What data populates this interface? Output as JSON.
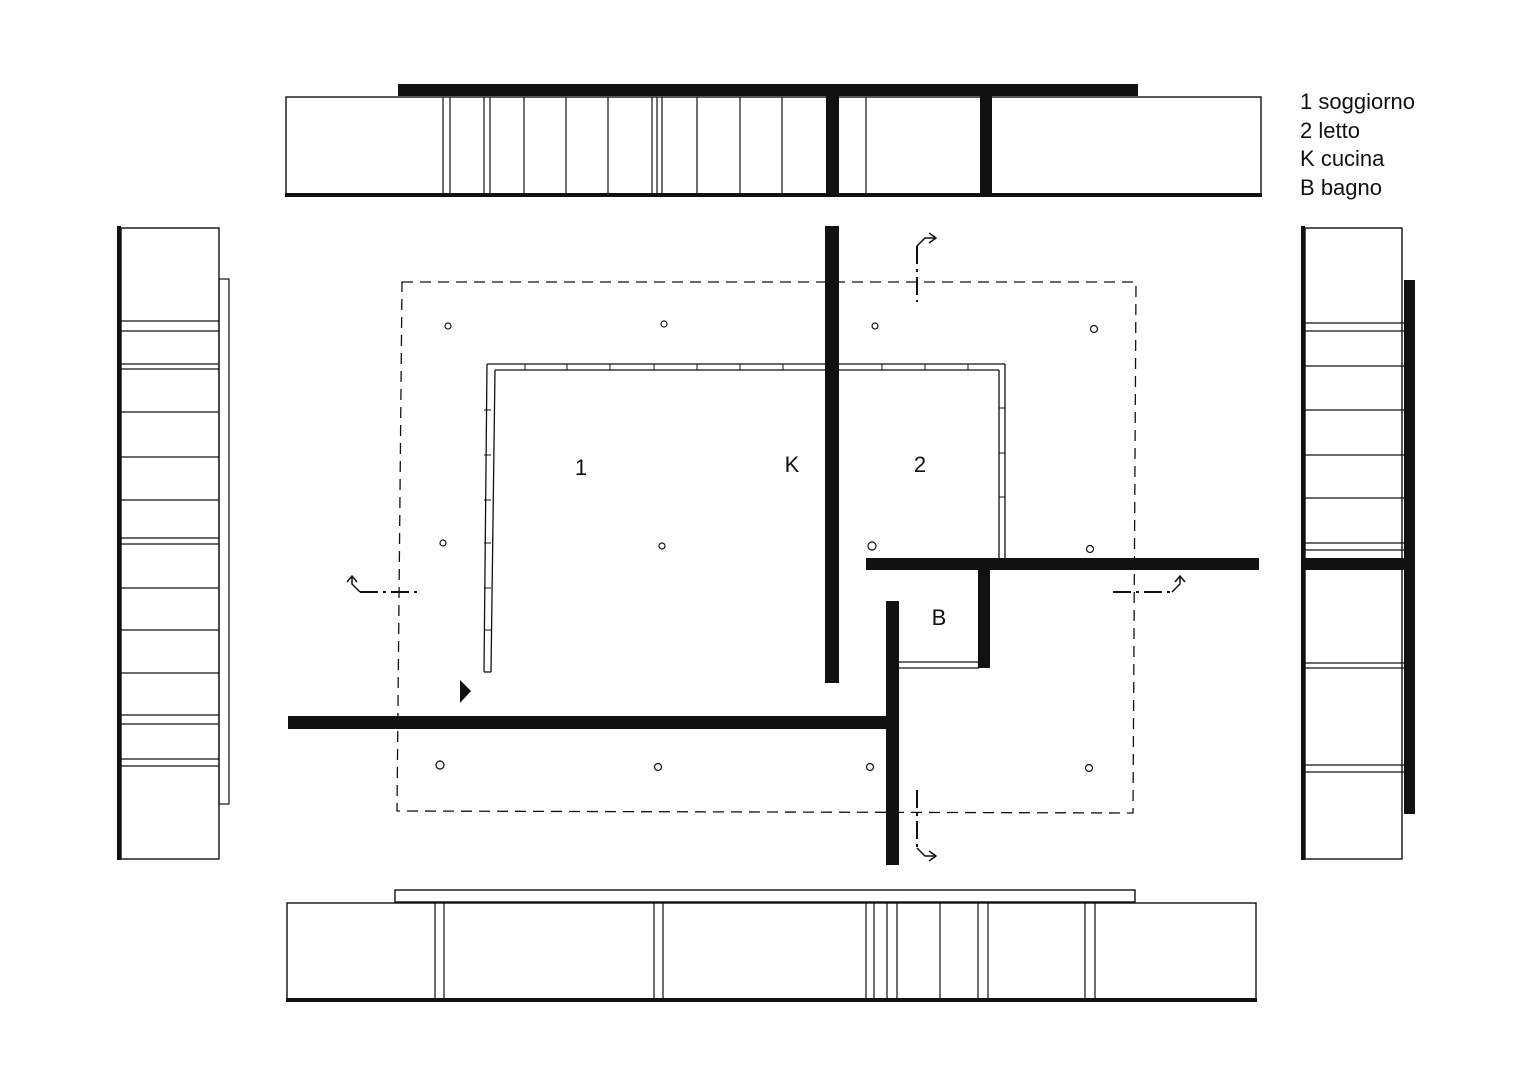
{
  "legend": [
    {
      "key": "1",
      "name": "soggiorno"
    },
    {
      "key": "2",
      "name": "letto"
    },
    {
      "key": "K",
      "name": "cucina"
    },
    {
      "key": "B",
      "name": "bagno"
    }
  ],
  "rooms": {
    "living": "1",
    "bedroom": "2",
    "kitchen": "K",
    "bathroom": "B"
  },
  "colors": {
    "ink": "#111111",
    "background": "#ffffff"
  }
}
